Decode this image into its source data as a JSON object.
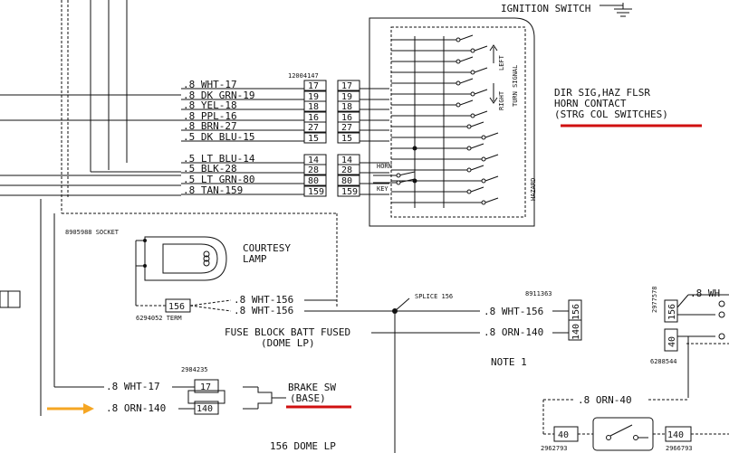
{
  "title": "IGNITION SWITCH",
  "part_numbers": {
    "connector_top": "12004147",
    "socket": "8905988 SOCKET",
    "term": "6294052 TERM",
    "right_conn": "8911363",
    "brake_conn": "2984235",
    "rot_right": "2977578",
    "right_small": "6288544",
    "bot_left": "2962793",
    "bot_right": "2966793"
  },
  "wires": [
    {
      "label": ".8 WHT-17",
      "pin": "17"
    },
    {
      "label": ".8 DK GRN-19",
      "pin": "19"
    },
    {
      "label": ".8 YEL-18",
      "pin": "18"
    },
    {
      "label": ".8 PPL-16",
      "pin": "16"
    },
    {
      "label": ".8 BRN-27",
      "pin": "27"
    },
    {
      "label": ".5 DK BLU-15",
      "pin": "15"
    },
    {
      "label": ".5 LT BLU-14",
      "pin": "14"
    },
    {
      "label": ".5 BLK-28",
      "pin": "28"
    },
    {
      "label": ".5 LT GRN-80",
      "pin": "80"
    },
    {
      "label": ".8 TAN-159",
      "pin": "159"
    }
  ],
  "switch_labels": {
    "left": "LEFT",
    "right": "RIGHT",
    "turn_signal": "TURN SIGNAL",
    "hazard": "HAZARD",
    "horn": "HORN",
    "key": "KEY"
  },
  "dir_sig": {
    "line1": "DIR SIG,HAZ FLSR",
    "line2": "HORN CONTACT",
    "line3": "(STRG COL SWITCHES)"
  },
  "courtesy": {
    "line1": "COURTESY",
    "line2": "LAMP"
  },
  "term_block": {
    "pin": "156",
    "wire1": ".8 WHT-156",
    "wire2": ".8 WHT-156"
  },
  "splice": "SPLICE 156",
  "fuse": {
    "line1": "FUSE BLOCK BATT FUSED",
    "line2": "(DOME LP)"
  },
  "right_wires": {
    "wire1": ".8 WHT-156",
    "wire2": ".8 ORN-140",
    "pin1": "156",
    "pin2": "140"
  },
  "note": "NOTE 1",
  "brake": {
    "wire1": ".8 WHT-17",
    "wire2": ".8 ORN-140",
    "pin1": "17",
    "pin2": "140",
    "line1": "BRAKE SW",
    "line2": "(BASE)"
  },
  "dome": "156 DOME LP",
  "far_right": {
    "pin1": "156",
    "pin2": "40",
    "wire": ".8 WH"
  },
  "bottom": {
    "wire": ".8 ORN-40",
    "pin_left": "40",
    "pin_right": "140"
  },
  "colors": {
    "underline": "#d01010",
    "arrow": "#f5a623",
    "ink": "#111111"
  }
}
